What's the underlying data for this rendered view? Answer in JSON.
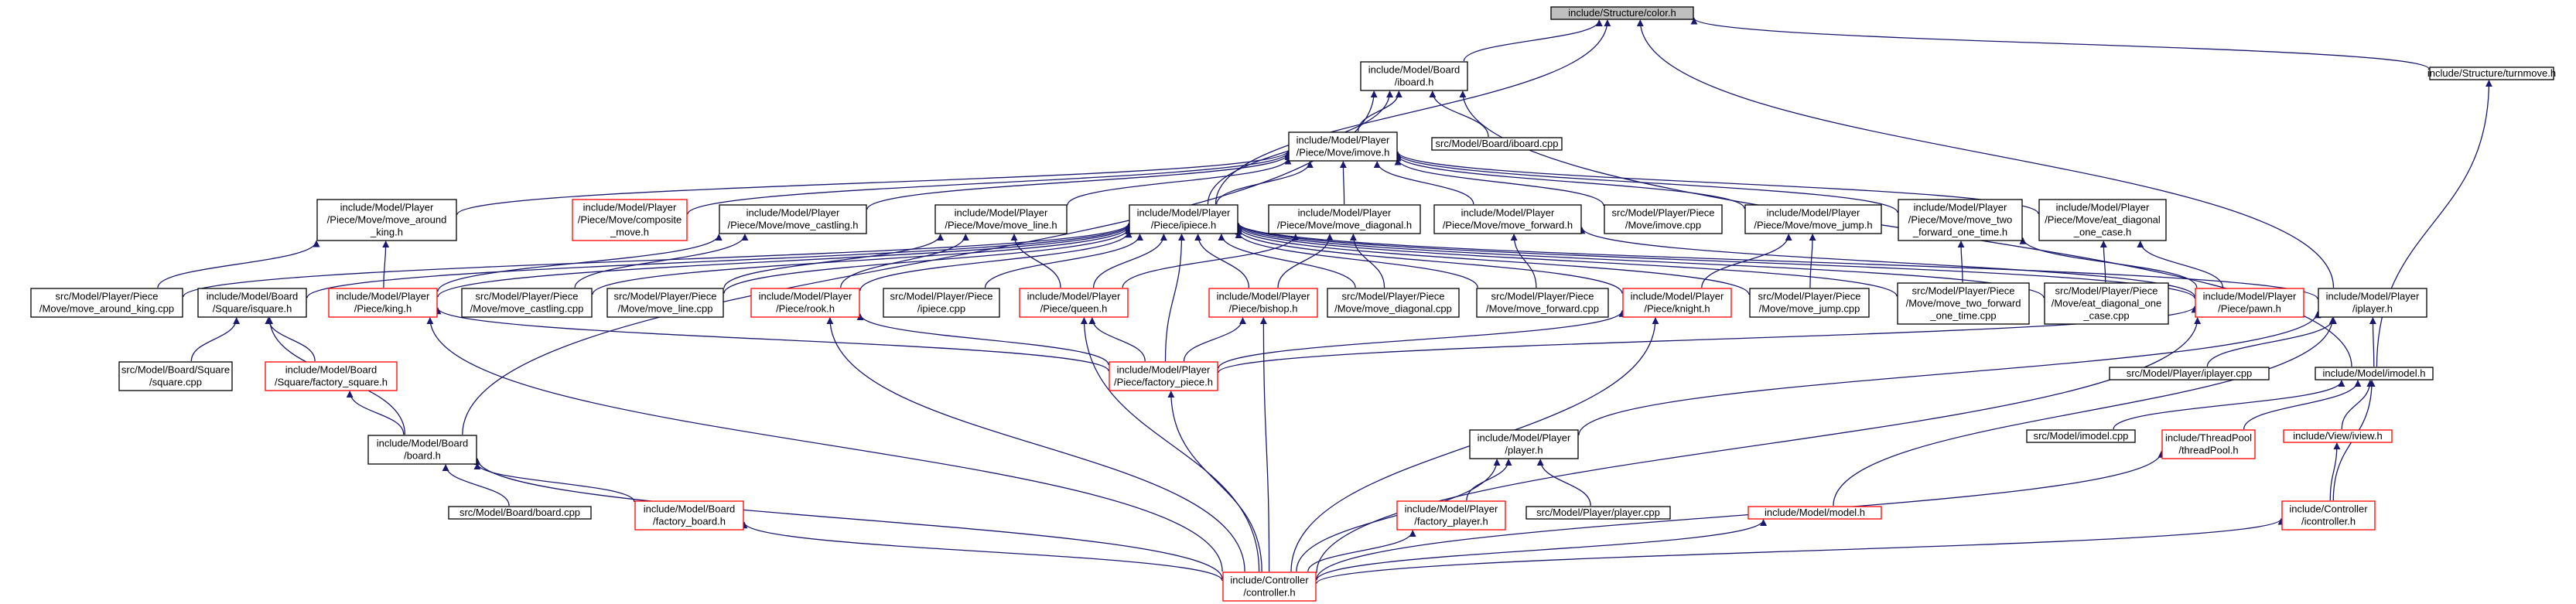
{
  "colors": {
    "edge": "#191970",
    "node_border": "#000000",
    "node_border_incomplete": "#ff0000",
    "root_fill": "#bfbfbf"
  },
  "nodes": [
    {
      "id": "color_h",
      "lines": [
        "include/Structure/color.h"
      ],
      "style": "root"
    },
    {
      "id": "iboard_h",
      "lines": [
        "include/Model/Board",
        "/iboard.h"
      ],
      "style": "normal"
    },
    {
      "id": "turnmove_h",
      "lines": [
        "include/Structure/turnmove.h"
      ],
      "style": "normal"
    },
    {
      "id": "imove_h",
      "lines": [
        "include/Model/Player",
        "/Piece/Move/imove.h"
      ],
      "style": "normal"
    },
    {
      "id": "iboard_cpp",
      "lines": [
        "src/Model/Board/iboard.cpp"
      ],
      "style": "normal"
    },
    {
      "id": "move_around_king_h",
      "lines": [
        "include/Model/Player",
        "/Piece/Move/move_around",
        "_king.h"
      ],
      "style": "normal"
    },
    {
      "id": "composite_move_h",
      "lines": [
        "include/Model/Player",
        "/Piece/Move/composite",
        "_move.h"
      ],
      "style": "red"
    },
    {
      "id": "move_castling_h",
      "lines": [
        "include/Model/Player",
        "/Piece/Move/move_castling.h"
      ],
      "style": "normal"
    },
    {
      "id": "move_line_h",
      "lines": [
        "include/Model/Player",
        "/Piece/Move/move_line.h"
      ],
      "style": "normal"
    },
    {
      "id": "ipiece_h",
      "lines": [
        "include/Model/Player",
        "/Piece/ipiece.h"
      ],
      "style": "normal"
    },
    {
      "id": "move_diagonal_h",
      "lines": [
        "include/Model/Player",
        "/Piece/Move/move_diagonal.h"
      ],
      "style": "normal"
    },
    {
      "id": "move_forward_h",
      "lines": [
        "include/Model/Player",
        "/Piece/Move/move_forward.h"
      ],
      "style": "normal"
    },
    {
      "id": "imove_cpp",
      "lines": [
        "src/Model/Player/Piece",
        "/Move/imove.cpp"
      ],
      "style": "normal"
    },
    {
      "id": "move_jump_h",
      "lines": [
        "include/Model/Player",
        "/Piece/Move/move_jump.h"
      ],
      "style": "normal"
    },
    {
      "id": "move_two_forward_h",
      "lines": [
        "include/Model/Player",
        "/Piece/Move/move_two",
        "_forward_one_time.h"
      ],
      "style": "normal"
    },
    {
      "id": "eat_diagonal_h",
      "lines": [
        "include/Model/Player",
        "/Piece/Move/eat_diagonal",
        "_one_case.h"
      ],
      "style": "normal"
    },
    {
      "id": "move_around_king_cpp",
      "lines": [
        "src/Model/Player/Piece",
        "/Move/move_around_king.cpp"
      ],
      "style": "normal"
    },
    {
      "id": "isquare_h",
      "lines": [
        "include/Model/Board",
        "/Square/isquare.h"
      ],
      "style": "normal"
    },
    {
      "id": "king_h",
      "lines": [
        "include/Model/Player",
        "/Piece/king.h"
      ],
      "style": "red"
    },
    {
      "id": "move_castling_cpp",
      "lines": [
        "src/Model/Player/Piece",
        "/Move/move_castling.cpp"
      ],
      "style": "normal"
    },
    {
      "id": "move_line_cpp",
      "lines": [
        "src/Model/Player/Piece",
        "/Move/move_line.cpp"
      ],
      "style": "normal"
    },
    {
      "id": "rook_h",
      "lines": [
        "include/Model/Player",
        "/Piece/rook.h"
      ],
      "style": "red"
    },
    {
      "id": "ipiece_cpp",
      "lines": [
        "src/Model/Player/Piece",
        "/ipiece.cpp"
      ],
      "style": "normal"
    },
    {
      "id": "queen_h",
      "lines": [
        "include/Model/Player",
        "/Piece/queen.h"
      ],
      "style": "red"
    },
    {
      "id": "bishop_h",
      "lines": [
        "include/Model/Player",
        "/Piece/bishop.h"
      ],
      "style": "red"
    },
    {
      "id": "move_diagonal_cpp",
      "lines": [
        "src/Model/Player/Piece",
        "/Move/move_diagonal.cpp"
      ],
      "style": "normal"
    },
    {
      "id": "move_forward_cpp",
      "lines": [
        "src/Model/Player/Piece",
        "/Move/move_forward.cpp"
      ],
      "style": "normal"
    },
    {
      "id": "knight_h",
      "lines": [
        "include/Model/Player",
        "/Piece/knight.h"
      ],
      "style": "red"
    },
    {
      "id": "move_jump_cpp",
      "lines": [
        "src/Model/Player/Piece",
        "/Move/move_jump.cpp"
      ],
      "style": "normal"
    },
    {
      "id": "move_two_forward_cpp",
      "lines": [
        "src/Model/Player/Piece",
        "/Move/move_two_forward",
        "_one_time.cpp"
      ],
      "style": "normal"
    },
    {
      "id": "eat_diagonal_cpp",
      "lines": [
        "src/Model/Player/Piece",
        "/Move/eat_diagonal_one",
        "_case.cpp"
      ],
      "style": "normal"
    },
    {
      "id": "pawn_h",
      "lines": [
        "include/Model/Player",
        "/Piece/pawn.h"
      ],
      "style": "red"
    },
    {
      "id": "iplayer_h",
      "lines": [
        "include/Model/Player",
        "/iplayer.h"
      ],
      "style": "normal"
    },
    {
      "id": "square_cpp",
      "lines": [
        "src/Model/Board/Square",
        "/square.cpp"
      ],
      "style": "normal"
    },
    {
      "id": "factory_square_h",
      "lines": [
        "include/Model/Board",
        "/Square/factory_square.h"
      ],
      "style": "red"
    },
    {
      "id": "factory_piece_h",
      "lines": [
        "include/Model/Player",
        "/Piece/factory_piece.h"
      ],
      "style": "red"
    },
    {
      "id": "iplayer_cpp",
      "lines": [
        "src/Model/Player/iplayer.cpp"
      ],
      "style": "normal"
    },
    {
      "id": "imodel_h",
      "lines": [
        "include/Model/imodel.h"
      ],
      "style": "normal"
    },
    {
      "id": "board_h",
      "lines": [
        "include/Model/Board",
        "/board.h"
      ],
      "style": "normal"
    },
    {
      "id": "player_h",
      "lines": [
        "include/Model/Player",
        "/player.h"
      ],
      "style": "normal"
    },
    {
      "id": "imodel_cpp",
      "lines": [
        "src/Model/imodel.cpp"
      ],
      "style": "normal"
    },
    {
      "id": "threadpool_h",
      "lines": [
        "include/ThreadPool",
        "/threadPool.h"
      ],
      "style": "red"
    },
    {
      "id": "iview_h",
      "lines": [
        "include/View/iview.h"
      ],
      "style": "red"
    },
    {
      "id": "board_cpp",
      "lines": [
        "src/Model/Board/board.cpp"
      ],
      "style": "normal"
    },
    {
      "id": "factory_board_h",
      "lines": [
        "include/Model/Board",
        "/factory_board.h"
      ],
      "style": "red"
    },
    {
      "id": "factory_player_h",
      "lines": [
        "include/Model/Player",
        "/factory_player.h"
      ],
      "style": "red"
    },
    {
      "id": "player_cpp",
      "lines": [
        "src/Model/Player/player.cpp"
      ],
      "style": "normal"
    },
    {
      "id": "model_h",
      "lines": [
        "include/Model/model.h"
      ],
      "style": "red"
    },
    {
      "id": "icontroller_h",
      "lines": [
        "include/Controller",
        "/icontroller.h"
      ],
      "style": "red"
    },
    {
      "id": "controller_h",
      "lines": [
        "include/Controller",
        "/controller.h"
      ],
      "style": "red"
    }
  ],
  "edges": [
    [
      "color_h",
      "iboard_h"
    ],
    [
      "color_h",
      "turnmove_h"
    ],
    [
      "color_h",
      "ipiece_h"
    ],
    [
      "color_h",
      "iplayer_h"
    ],
    [
      "iboard_h",
      "imove_h"
    ],
    [
      "iboard_h",
      "iboard_cpp"
    ],
    [
      "iboard_h",
      "ipiece_h"
    ],
    [
      "iboard_h",
      "board_h"
    ],
    [
      "iboard_h",
      "imodel_h"
    ],
    [
      "turnmove_h",
      "imodel_h"
    ],
    [
      "imove_h",
      "move_around_king_h"
    ],
    [
      "imove_h",
      "composite_move_h"
    ],
    [
      "imove_h",
      "move_castling_h"
    ],
    [
      "imove_h",
      "move_line_h"
    ],
    [
      "imove_h",
      "ipiece_h"
    ],
    [
      "imove_h",
      "move_diagonal_h"
    ],
    [
      "imove_h",
      "move_forward_h"
    ],
    [
      "imove_h",
      "imove_cpp"
    ],
    [
      "imove_h",
      "move_jump_h"
    ],
    [
      "imove_h",
      "move_two_forward_h"
    ],
    [
      "imove_h",
      "eat_diagonal_h"
    ],
    [
      "move_around_king_h",
      "move_around_king_cpp"
    ],
    [
      "move_around_king_h",
      "king_h"
    ],
    [
      "move_castling_h",
      "move_castling_cpp"
    ],
    [
      "move_castling_h",
      "king_h"
    ],
    [
      "move_line_h",
      "move_line_cpp"
    ],
    [
      "move_line_h",
      "rook_h"
    ],
    [
      "move_line_h",
      "queen_h"
    ],
    [
      "move_diagonal_h",
      "move_diagonal_cpp"
    ],
    [
      "move_diagonal_h",
      "queen_h"
    ],
    [
      "move_diagonal_h",
      "bishop_h"
    ],
    [
      "move_forward_h",
      "move_forward_cpp"
    ],
    [
      "move_forward_h",
      "pawn_h"
    ],
    [
      "move_jump_h",
      "move_jump_cpp"
    ],
    [
      "move_jump_h",
      "knight_h"
    ],
    [
      "move_two_forward_h",
      "move_two_forward_cpp"
    ],
    [
      "move_two_forward_h",
      "pawn_h"
    ],
    [
      "eat_diagonal_h",
      "eat_diagonal_cpp"
    ],
    [
      "eat_diagonal_h",
      "pawn_h"
    ],
    [
      "ipiece_h",
      "move_around_king_cpp"
    ],
    [
      "ipiece_h",
      "isquare_h"
    ],
    [
      "ipiece_h",
      "king_h"
    ],
    [
      "ipiece_h",
      "move_castling_cpp"
    ],
    [
      "ipiece_h",
      "move_line_cpp"
    ],
    [
      "ipiece_h",
      "rook_h"
    ],
    [
      "ipiece_h",
      "ipiece_cpp"
    ],
    [
      "ipiece_h",
      "queen_h"
    ],
    [
      "ipiece_h",
      "bishop_h"
    ],
    [
      "ipiece_h",
      "move_diagonal_cpp"
    ],
    [
      "ipiece_h",
      "move_forward_cpp"
    ],
    [
      "ipiece_h",
      "knight_h"
    ],
    [
      "ipiece_h",
      "move_jump_cpp"
    ],
    [
      "ipiece_h",
      "move_two_forward_cpp"
    ],
    [
      "ipiece_h",
      "eat_diagonal_cpp"
    ],
    [
      "ipiece_h",
      "pawn_h"
    ],
    [
      "ipiece_h",
      "factory_piece_h"
    ],
    [
      "ipiece_h",
      "iplayer_h"
    ],
    [
      "isquare_h",
      "square_cpp"
    ],
    [
      "isquare_h",
      "factory_square_h"
    ],
    [
      "isquare_h",
      "board_h"
    ],
    [
      "factory_square_h",
      "board_h"
    ],
    [
      "king_h",
      "factory_piece_h"
    ],
    [
      "king_h",
      "controller_h"
    ],
    [
      "rook_h",
      "factory_piece_h"
    ],
    [
      "rook_h",
      "controller_h"
    ],
    [
      "queen_h",
      "factory_piece_h"
    ],
    [
      "queen_h",
      "controller_h"
    ],
    [
      "bishop_h",
      "factory_piece_h"
    ],
    [
      "bishop_h",
      "controller_h"
    ],
    [
      "knight_h",
      "factory_piece_h"
    ],
    [
      "knight_h",
      "controller_h"
    ],
    [
      "pawn_h",
      "factory_piece_h"
    ],
    [
      "pawn_h",
      "controller_h"
    ],
    [
      "factory_piece_h",
      "controller_h"
    ],
    [
      "iplayer_h",
      "iplayer_cpp"
    ],
    [
      "iplayer_h",
      "imodel_h"
    ],
    [
      "iplayer_h",
      "player_h"
    ],
    [
      "iplayer_h",
      "model_h"
    ],
    [
      "imodel_h",
      "imodel_cpp"
    ],
    [
      "imodel_h",
      "threadpool_h"
    ],
    [
      "imodel_h",
      "iview_h"
    ],
    [
      "imodel_h",
      "icontroller_h"
    ],
    [
      "iview_h",
      "icontroller_h"
    ],
    [
      "board_h",
      "board_cpp"
    ],
    [
      "board_h",
      "factory_board_h"
    ],
    [
      "board_h",
      "controller_h"
    ],
    [
      "player_h",
      "factory_player_h"
    ],
    [
      "player_h",
      "player_cpp"
    ],
    [
      "player_h",
      "controller_h"
    ],
    [
      "factory_board_h",
      "controller_h"
    ],
    [
      "factory_player_h",
      "controller_h"
    ],
    [
      "model_h",
      "controller_h"
    ],
    [
      "threadpool_h",
      "controller_h"
    ],
    [
      "icontroller_h",
      "controller_h"
    ]
  ]
}
